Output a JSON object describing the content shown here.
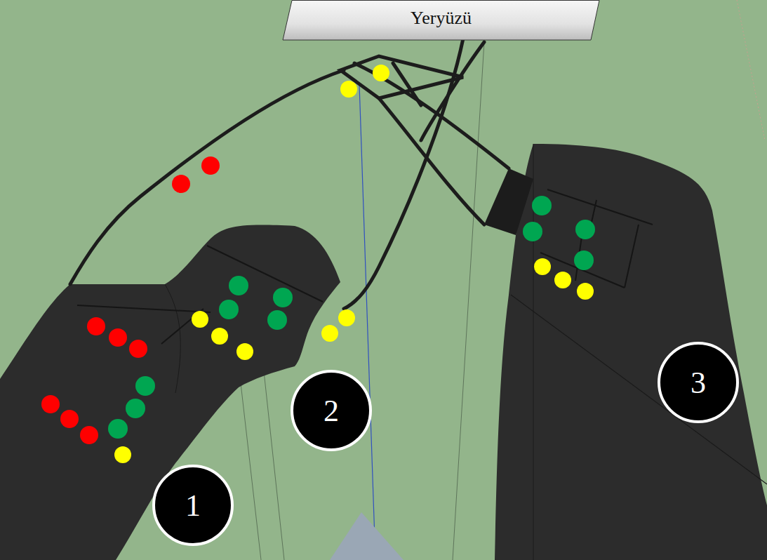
{
  "diagram": {
    "nodes": [
      {
        "text": [
          "Yeryüzü"
        ]
      },
      {
        "text": [
          "1"
        ]
      },
      {
        "text": [
          "2"
        ]
      },
      {
        "text": [
          "3"
        ]
      }
    ]
  }
}
